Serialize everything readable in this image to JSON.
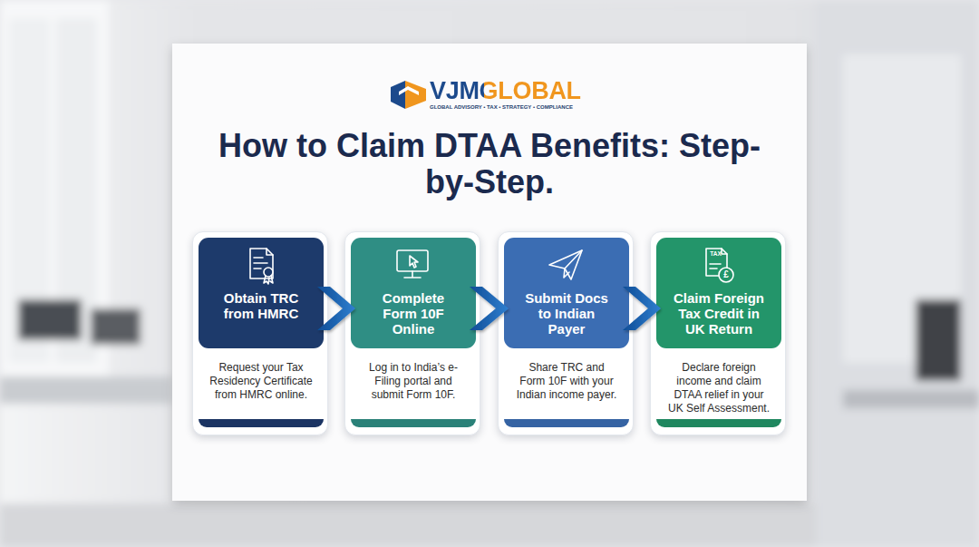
{
  "diagram": {
    "title": "How to Claim DTAA Benefits: Step-by-Step.",
    "nodes": [
      {
        "text": [
          "Obtain TRC from HMRC",
          "Request your Tax Residency Certificate from HMRC online."
        ]
      },
      {
        "text": [
          "Complete Form 10F Online",
          "Log in to India’s e-Filing portal and submit Form 10F."
        ]
      },
      {
        "text": [
          "Submit Docs to Indian Payer",
          "Share TRC and Form 10F with your Indian income payer."
        ]
      },
      {
        "text": [
          "Claim Foreign Tax Credit in UK Return",
          "Declare foreign income and claim DTAA relief in your UK Self Assessment."
        ]
      }
    ],
    "edges": [
      {
        "from": 0,
        "to": 1,
        "arrow": "to"
      },
      {
        "from": 1,
        "to": 2,
        "arrow": "to"
      },
      {
        "from": 2,
        "to": 3,
        "arrow": "to"
      }
    ],
    "labels": [
      "VJMGLOBAL",
      "GLOBAL ADVISORY • TAX • STRATEGY • COMPLIANCE",
      "TAX",
      "£"
    ]
  }
}
